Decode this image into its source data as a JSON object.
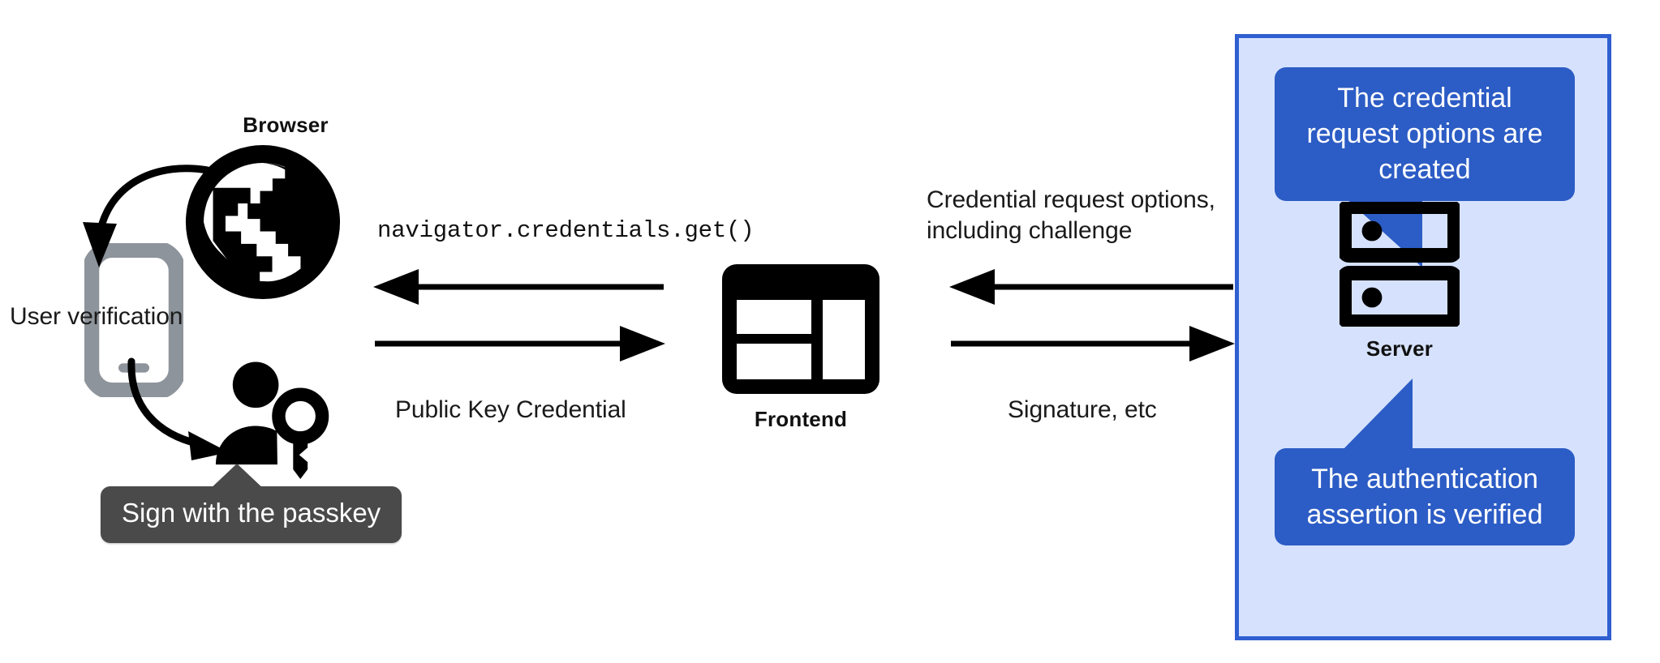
{
  "diagram": {
    "title": "WebAuthn passkey authentication flow",
    "colors": {
      "panel_background": "#D6E2FD",
      "panel_border": "#2F5FD0",
      "callout_blue": "#2C5CC5",
      "tooltip_dark": "#4A4A4A",
      "icon_black": "#000000",
      "phone_gray": "#8E949B"
    },
    "nodes": [
      {
        "id": "browser",
        "label": "Browser",
        "icon": "globe-icon"
      },
      {
        "id": "frontend",
        "label": "Frontend",
        "icon": "window-layout-icon"
      },
      {
        "id": "server",
        "label": "Server",
        "icon": "server-racks-icon"
      }
    ],
    "left_group": {
      "user_verification_label": "User verification",
      "phone_icon": "smartphone-icon",
      "user_key_icon": "person-with-key-icon",
      "passkey_tooltip": "Sign with the passkey"
    },
    "arrows": {
      "browser_frontend": {
        "top_label": "navigator.credentials.get()",
        "top_label_style": "monospace",
        "top_direction": "left",
        "bottom_label": "Public Key Credential",
        "bottom_direction": "right"
      },
      "frontend_server": {
        "top_label": "Credential request options,\ninclu­ding challenge",
        "top_direction": "left",
        "bottom_label": "Signature, etc",
        "bottom_direction": "right"
      }
    },
    "callouts": [
      {
        "id": "credential-options-created",
        "text": "The credential request\noptions are created",
        "position": "above-server",
        "tail": "down"
      },
      {
        "id": "assertion-verified",
        "text": "The authentication\nassertion is verified",
        "position": "below-server",
        "tail": "up"
      }
    ]
  }
}
